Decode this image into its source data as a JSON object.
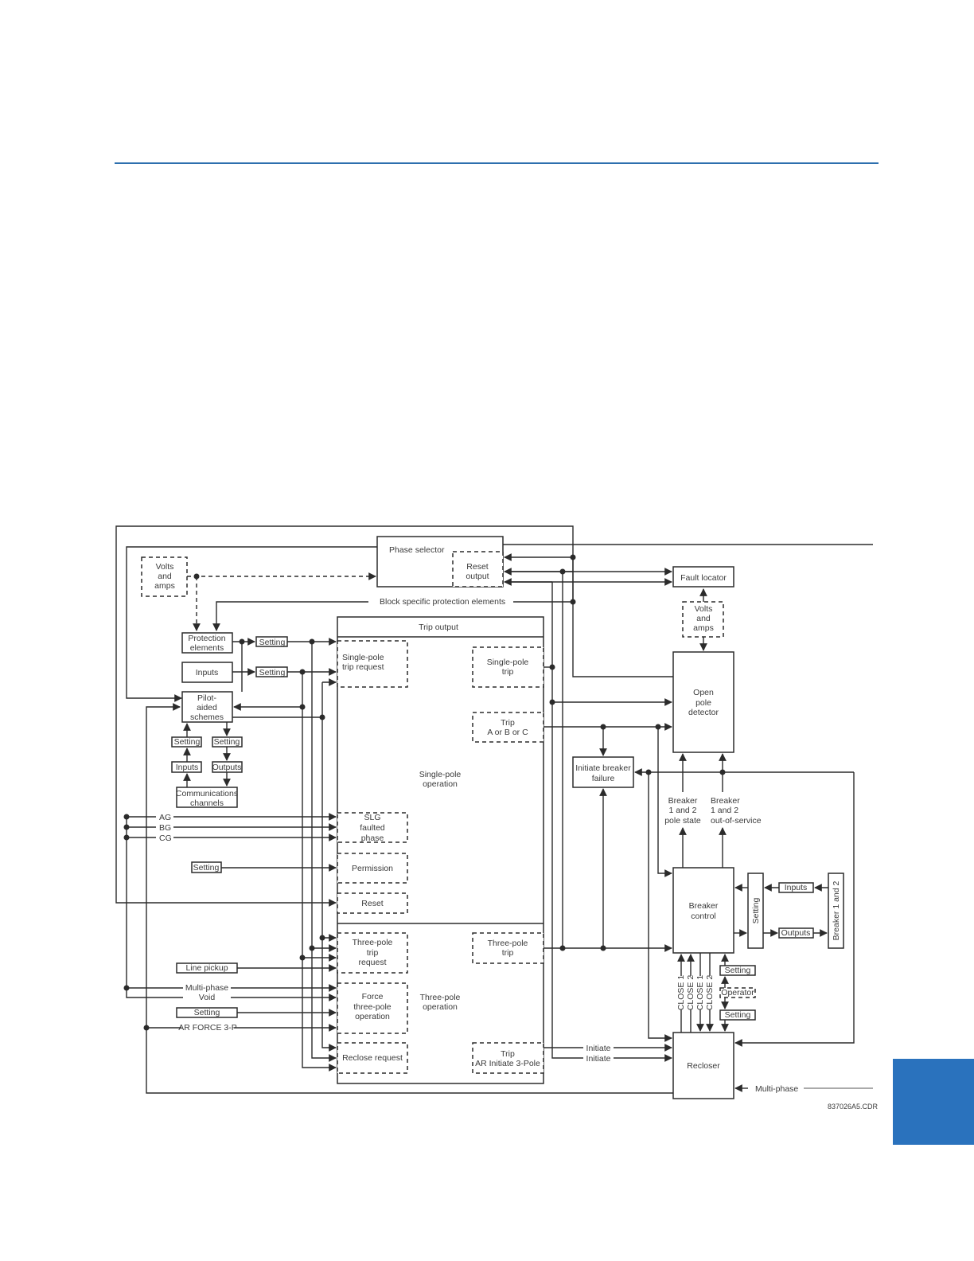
{
  "page": {
    "accent_color": "#2a72bd",
    "rule_color": "#2d6fae"
  },
  "diagram": {
    "figure_code": "837026A5.CDR",
    "blocks": {
      "phase_selector": "Phase selector",
      "reset_output": [
        "Reset",
        "output"
      ],
      "fault_locator": "Fault locator",
      "volts_amps_left": [
        "Volts",
        "and",
        "amps"
      ],
      "volts_amps_right": [
        "Volts",
        "and",
        "amps"
      ],
      "block_specific": "Block specific protection elements",
      "protection_elements": [
        "Protection",
        "elements"
      ],
      "inputs": "Inputs",
      "pilot_aided": [
        "Pilot-",
        "aided",
        "schemes"
      ],
      "setting_a": "Setting",
      "setting_b": "Setting",
      "setting_pilot_1": "Setting",
      "setting_pilot_2": "Setting",
      "inputs_pilot": "Inputs",
      "outputs_pilot": "Outputs",
      "comm_channels": [
        "Communications",
        "channels"
      ],
      "trip_output": "Trip output",
      "single_pole_trip_request": [
        "Single-pole",
        "trip request"
      ],
      "single_pole_trip": [
        "Single-pole",
        "trip"
      ],
      "trip_abc": [
        "Trip",
        "A or B or C"
      ],
      "single_pole_operation": [
        "Single-pole",
        "operation"
      ],
      "slg_faulted_phase": [
        "SLG",
        "faulted",
        "phase"
      ],
      "permission": "Permission",
      "reset": "Reset",
      "three_pole_trip_request": [
        "Three-pole",
        "trip",
        "request"
      ],
      "three_pole_trip": [
        "Three-pole",
        "trip"
      ],
      "force_three_pole": [
        "Force",
        "three-pole",
        "operation"
      ],
      "three_pole_operation": [
        "Three-pole",
        "operation"
      ],
      "reclose_request": "Reclose request",
      "trip_ar_initiate": [
        "Trip",
        "AR Initiate 3-Pole"
      ],
      "open_pole_detector": [
        "Open",
        "pole",
        "detector"
      ],
      "initiate_breaker_failure": [
        "Initiate breaker",
        "failure"
      ],
      "breaker_pole_state": [
        "Breaker",
        "1 and 2",
        "pole state"
      ],
      "breaker_oos": [
        "Breaker",
        "1 and 2",
        "out-of-service"
      ],
      "breaker_control": [
        "Breaker",
        "control"
      ],
      "setting_vertical": "Setting",
      "inputs_right": "Inputs",
      "outputs_right": "Outputs",
      "breaker_1_2": "Breaker 1 and 2",
      "setting_r1": "Setting",
      "operator": "Operator",
      "setting_r2": "Setting",
      "recloser": "Recloser"
    },
    "signals": {
      "ag": "AG",
      "bg": "BG",
      "cg": "CG",
      "setting_perm": "Setting",
      "line_pickup": "Line pickup",
      "multi_phase": "Multi-phase",
      "void": "Void",
      "setting_force": "Setting",
      "ar_force": "AR FORCE 3-P",
      "initiate_1": "Initiate",
      "initiate_2": "Initiate",
      "multi_phase_right": "Multi-phase",
      "close_1a": "CLOSE 1",
      "close_2a": "CLOSE 2",
      "close_1b": "CLOSE 1",
      "close_2b": "CLOSE 2"
    }
  }
}
